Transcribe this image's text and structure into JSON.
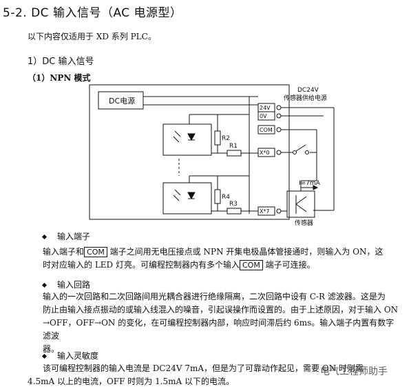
{
  "heading": "5-2.  DC 输入信号（AC 电源型）",
  "intro": "以下内容仅适用于 XD 系列 PLC。",
  "section_title": "1）DC 输入信号",
  "subsection_title": "（1）NPN 模式",
  "diagram": {
    "dc_power_label": "DC电源",
    "supply_label_line1": "DC24V",
    "supply_label_line2": "传感器供给电源",
    "terminal_24v": "24V",
    "terminal_0v": "0V",
    "terminal_com": "COM",
    "terminal_x0": "X*0",
    "terminal_x7": "X*7",
    "r1": "R1",
    "r2": "R2",
    "r3": "R3",
    "r4": "R4",
    "current_label": "I=7mA",
    "sensor_label": "传感器"
  },
  "items": [
    {
      "title": "输入端子",
      "p1_a": "输入端子和",
      "p1_box": "COM",
      "p1_b": " 端子之间用无电压接点或 NPN 开集电极晶体管接通时，则输入为 ON，这",
      "p2_a": "时对应输入的 LED 灯亮。可编程控制器内有多个输入",
      "p2_box": "COM",
      "p2_b": " 端子可连接。"
    },
    {
      "title": "输入回路",
      "lines": [
        "输入的一次回路和二次回路间用光耦合器进行绝缘隔离，二次回路中设有 C-R 滤波器。这是为",
        "防止由输入接点振动的或输入线混入的噪音，引起误操作而设置的。由于上述原因，对于输入 ON",
        "→OFF，OFF→ON 的变化，在可编程控制器内部，响应时间滞后约 6ms。输入端子内置有数字滤波",
        "器。"
      ]
    },
    {
      "title": "输入灵敏度",
      "lines": [
        "该可编程控制器的输入电流是 DC24V 7mA，但是为了可靠动作起见，需要 ON 时则需",
        "4.5mA 以上的电流，OFF 时则为 1.5mA 以下的电流。"
      ]
    }
  ],
  "watermark": "电气工程师助手"
}
